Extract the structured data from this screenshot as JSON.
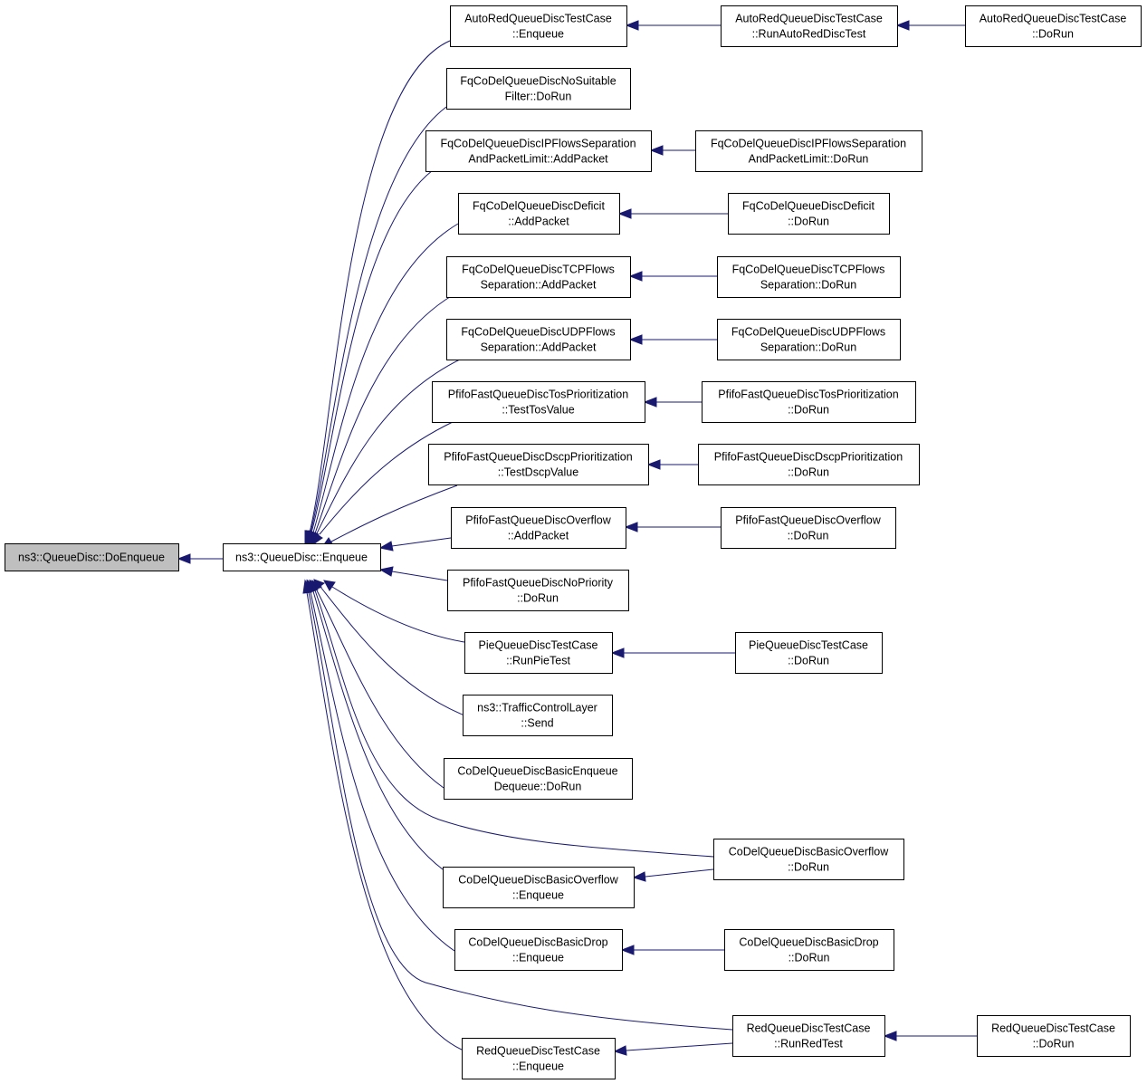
{
  "diagram": {
    "colors": {
      "edge": "#191970",
      "root_fill": "#bfbfbf",
      "node_fill": "#ffffff",
      "border": "#000000"
    },
    "nodes": [
      {
        "id": "n0",
        "lines": [
          "ns3::QueueDisc::DoEnqueue"
        ],
        "root": true
      },
      {
        "id": "n1",
        "lines": [
          "ns3::QueueDisc::Enqueue"
        ]
      },
      {
        "id": "n2",
        "lines": [
          "AutoRedQueueDiscTestCase",
          "::Enqueue"
        ]
      },
      {
        "id": "n3",
        "lines": [
          "FqCoDelQueueDiscNoSuitable",
          "Filter::DoRun"
        ]
      },
      {
        "id": "n4",
        "lines": [
          "FqCoDelQueueDiscIPFlowsSeparation",
          "AndPacketLimit::AddPacket"
        ]
      },
      {
        "id": "n5",
        "lines": [
          "FqCoDelQueueDiscDeficit",
          "::AddPacket"
        ]
      },
      {
        "id": "n6",
        "lines": [
          "FqCoDelQueueDiscTCPFlows",
          "Separation::AddPacket"
        ]
      },
      {
        "id": "n7",
        "lines": [
          "FqCoDelQueueDiscUDPFlows",
          "Separation::AddPacket"
        ]
      },
      {
        "id": "n8",
        "lines": [
          "PfifoFastQueueDiscTosPrioritization",
          "::TestTosValue"
        ]
      },
      {
        "id": "n9",
        "lines": [
          "PfifoFastQueueDiscDscpPrioritization",
          "::TestDscpValue"
        ]
      },
      {
        "id": "n10",
        "lines": [
          "PfifoFastQueueDiscOverflow",
          "::AddPacket"
        ]
      },
      {
        "id": "n11",
        "lines": [
          "PfifoFastQueueDiscNoPriority",
          "::DoRun"
        ]
      },
      {
        "id": "n12",
        "lines": [
          "PieQueueDiscTestCase",
          "::RunPieTest"
        ]
      },
      {
        "id": "n13",
        "lines": [
          "ns3::TrafficControlLayer",
          "::Send"
        ]
      },
      {
        "id": "n14",
        "lines": [
          "CoDelQueueDiscBasicEnqueue",
          "Dequeue::DoRun"
        ]
      },
      {
        "id": "n15",
        "lines": [
          "CoDelQueueDiscBasicOverflow",
          "::Enqueue"
        ]
      },
      {
        "id": "n16",
        "lines": [
          "CoDelQueueDiscBasicDrop",
          "::Enqueue"
        ]
      },
      {
        "id": "n17",
        "lines": [
          "RedQueueDiscTestCase",
          "::Enqueue"
        ]
      },
      {
        "id": "n18",
        "lines": [
          "AutoRedQueueDiscTestCase",
          "::RunAutoRedDiscTest"
        ]
      },
      {
        "id": "n19",
        "lines": [
          "AutoRedQueueDiscTestCase",
          "::DoRun"
        ]
      },
      {
        "id": "n20",
        "lines": [
          "FqCoDelQueueDiscIPFlowsSeparation",
          "AndPacketLimit::DoRun"
        ]
      },
      {
        "id": "n21",
        "lines": [
          "FqCoDelQueueDiscDeficit",
          "::DoRun"
        ]
      },
      {
        "id": "n22",
        "lines": [
          "FqCoDelQueueDiscTCPFlows",
          "Separation::DoRun"
        ]
      },
      {
        "id": "n23",
        "lines": [
          "FqCoDelQueueDiscUDPFlows",
          "Separation::DoRun"
        ]
      },
      {
        "id": "n24",
        "lines": [
          "PfifoFastQueueDiscTosPrioritization",
          "::DoRun"
        ]
      },
      {
        "id": "n25",
        "lines": [
          "PfifoFastQueueDiscDscpPrioritization",
          "::DoRun"
        ]
      },
      {
        "id": "n26",
        "lines": [
          "PfifoFastQueueDiscOverflow",
          "::DoRun"
        ]
      },
      {
        "id": "n27",
        "lines": [
          "PieQueueDiscTestCase",
          "::DoRun"
        ]
      },
      {
        "id": "n28",
        "lines": [
          "CoDelQueueDiscBasicOverflow",
          "::DoRun"
        ]
      },
      {
        "id": "n29",
        "lines": [
          "CoDelQueueDiscBasicDrop",
          "::DoRun"
        ]
      },
      {
        "id": "n30",
        "lines": [
          "RedQueueDiscTestCase",
          "::RunRedTest"
        ]
      },
      {
        "id": "n31",
        "lines": [
          "RedQueueDiscTestCase",
          "::DoRun"
        ]
      }
    ],
    "edges": [
      {
        "from": "n1",
        "to": "n0"
      },
      {
        "from": "n2",
        "to": "n1"
      },
      {
        "from": "n3",
        "to": "n1"
      },
      {
        "from": "n4",
        "to": "n1"
      },
      {
        "from": "n5",
        "to": "n1"
      },
      {
        "from": "n6",
        "to": "n1"
      },
      {
        "from": "n7",
        "to": "n1"
      },
      {
        "from": "n8",
        "to": "n1"
      },
      {
        "from": "n9",
        "to": "n1"
      },
      {
        "from": "n10",
        "to": "n1"
      },
      {
        "from": "n11",
        "to": "n1"
      },
      {
        "from": "n12",
        "to": "n1"
      },
      {
        "from": "n13",
        "to": "n1"
      },
      {
        "from": "n14",
        "to": "n1"
      },
      {
        "from": "n28",
        "to": "n1"
      },
      {
        "from": "n15",
        "to": "n1"
      },
      {
        "from": "n16",
        "to": "n1"
      },
      {
        "from": "n30",
        "to": "n1"
      },
      {
        "from": "n17",
        "to": "n1"
      },
      {
        "from": "n18",
        "to": "n2"
      },
      {
        "from": "n19",
        "to": "n18"
      },
      {
        "from": "n20",
        "to": "n4"
      },
      {
        "from": "n21",
        "to": "n5"
      },
      {
        "from": "n22",
        "to": "n6"
      },
      {
        "from": "n23",
        "to": "n7"
      },
      {
        "from": "n24",
        "to": "n8"
      },
      {
        "from": "n25",
        "to": "n9"
      },
      {
        "from": "n26",
        "to": "n10"
      },
      {
        "from": "n27",
        "to": "n12"
      },
      {
        "from": "n28",
        "to": "n15"
      },
      {
        "from": "n29",
        "to": "n16"
      },
      {
        "from": "n30",
        "to": "n17"
      },
      {
        "from": "n31",
        "to": "n30"
      }
    ]
  }
}
